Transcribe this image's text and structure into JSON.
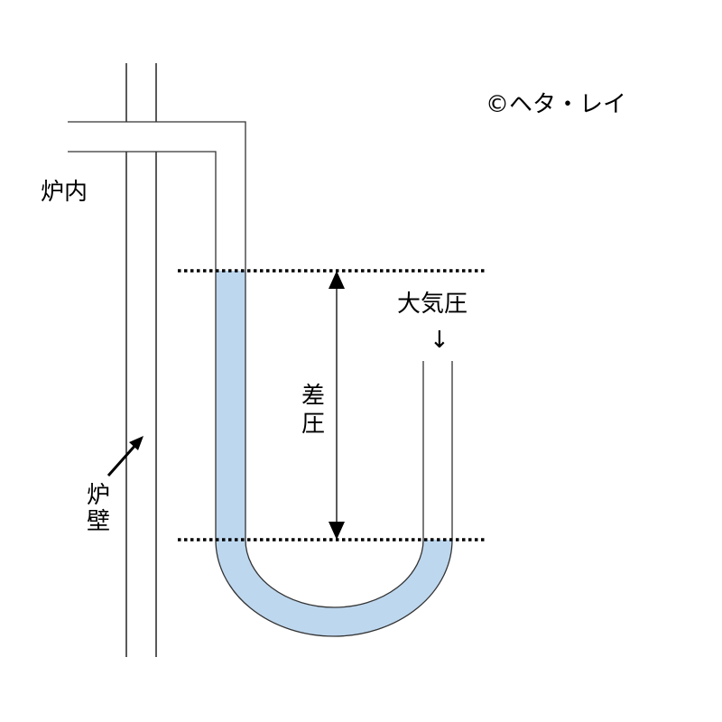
{
  "labels": {
    "copyright": "©ヘタ・レイ",
    "furnace_inside": "炉内",
    "atmospheric_pressure": "大気圧",
    "down_arrow": "↓",
    "differential_pressure_1": "差",
    "differential_pressure_2": "圧",
    "furnace_wall_1": "炉",
    "furnace_wall_2": "壁"
  },
  "colors": {
    "fluid": "#bdd7ee",
    "line": "#000000"
  }
}
